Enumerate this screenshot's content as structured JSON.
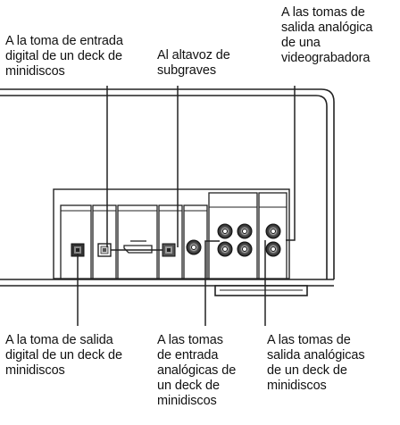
{
  "labels": {
    "digital_in": "A la toma de entrada\ndigital de un deck de\nminidiscos",
    "subwoofer": "Al altavoz de\nsubgraves",
    "video_out": "A las tomas de\nsalida analógica\nde una\nvideograbadora",
    "digital_out": "A la toma de salida\ndigital de un deck de\nminidiscos",
    "analog_in": "A las tomas\nde entrada\nanalógicas de\nun deck de\nminidiscos",
    "analog_out": "A las tomas de\nsalida analógicas\nde un deck de\nminidiscos"
  }
}
